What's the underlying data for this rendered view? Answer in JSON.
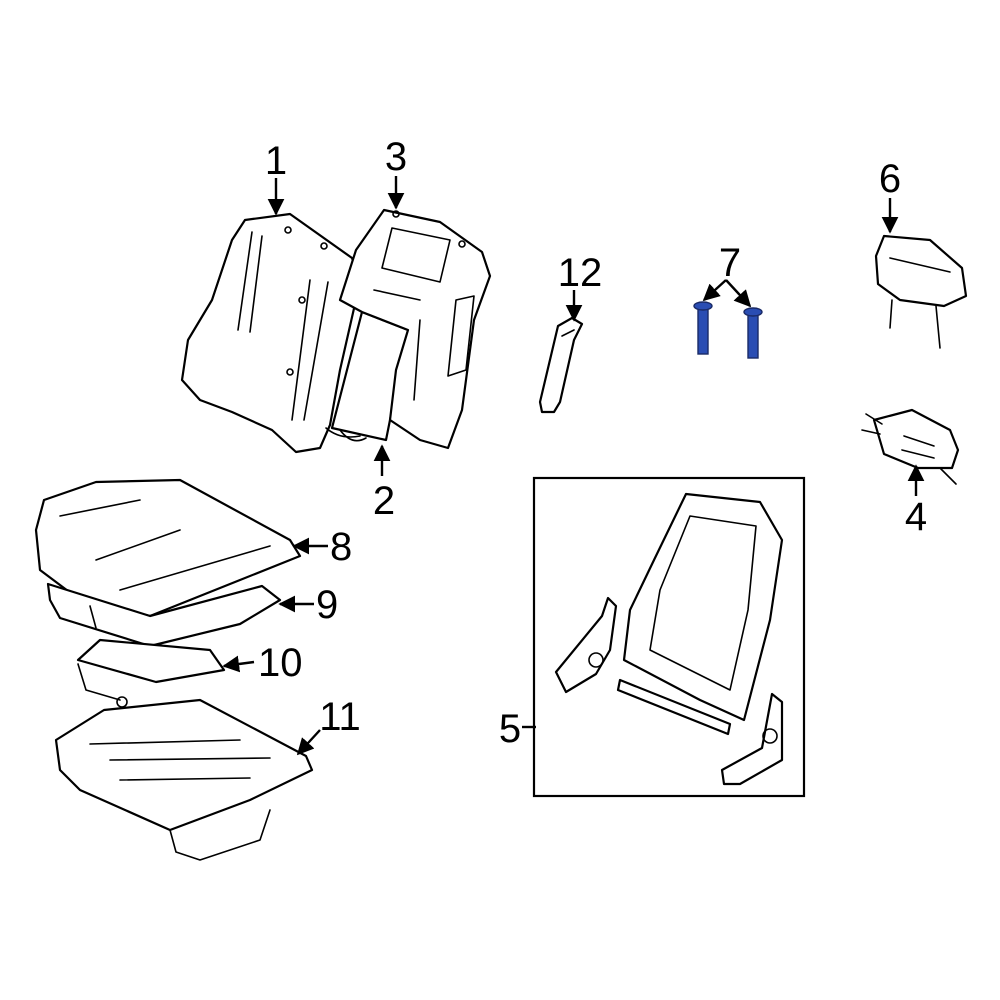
{
  "callouts": {
    "c1": "1",
    "c2": "2",
    "c3": "3",
    "c4": "4",
    "c5": "5",
    "c6": "6",
    "c7": "7",
    "c8": "8",
    "c9": "9",
    "c10": "10",
    "c11": "11",
    "c12": "12"
  },
  "colors": {
    "line": "#000000",
    "background": "#ffffff",
    "highlight_part": "#2a4db3",
    "highlight_outline": "#1a2a66"
  }
}
